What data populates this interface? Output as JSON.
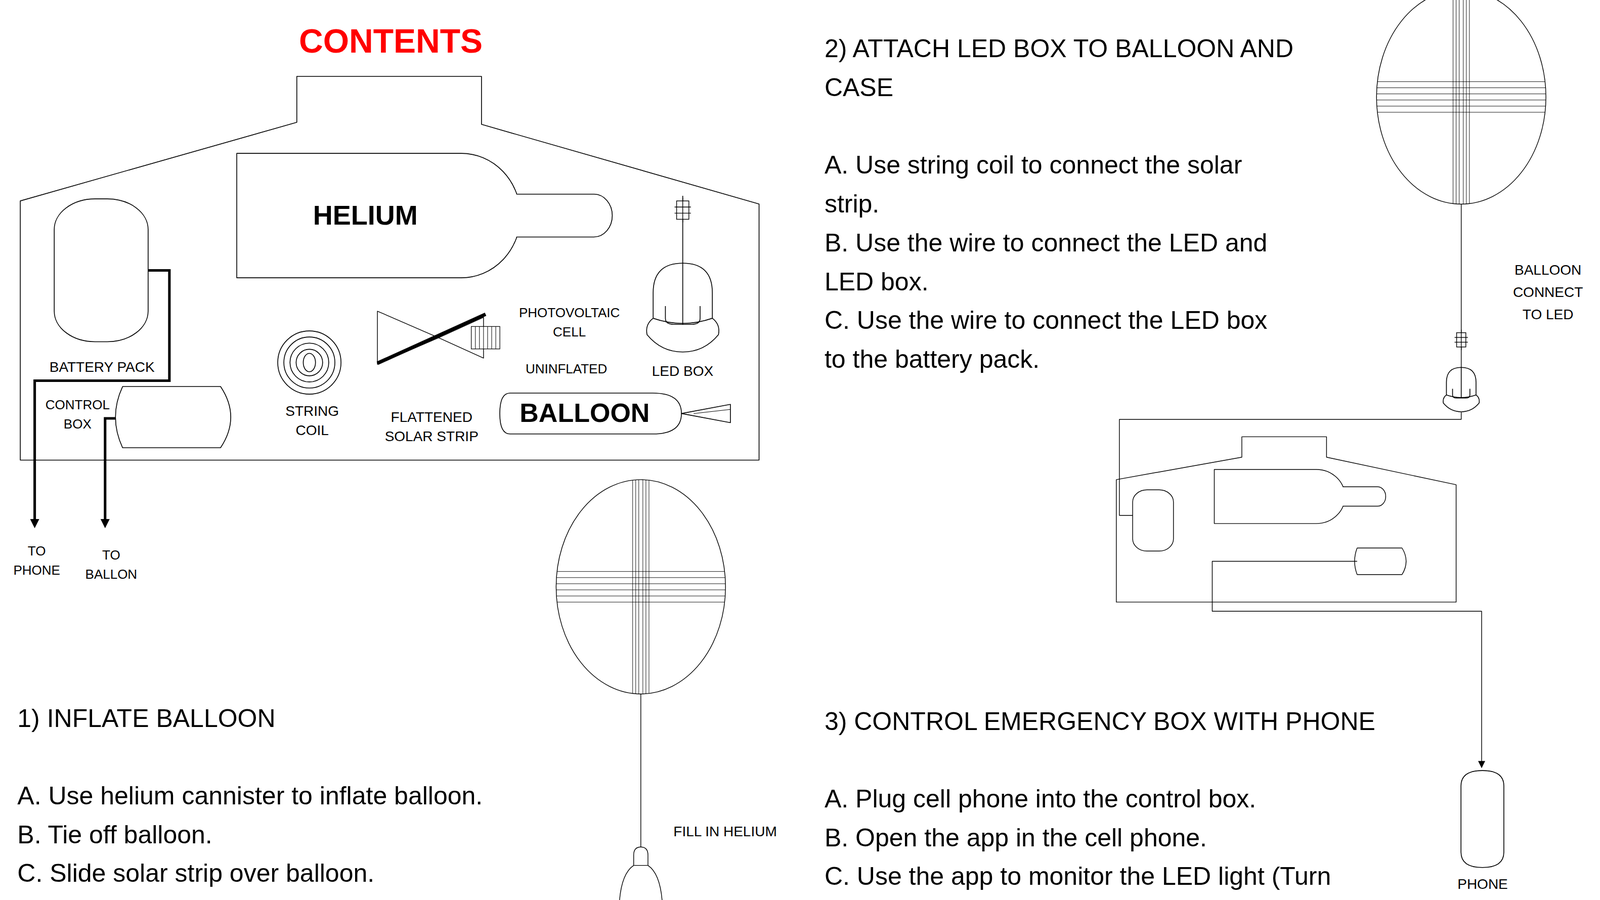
{
  "diagram": {
    "nodes": [
      {
        "text": [
          "CONTENTS"
        ]
      },
      {
        "text": [
          "HELIUM"
        ],
        "in": 0
      },
      {
        "text": [
          "BATTERY PACK"
        ],
        "in": 0
      },
      {
        "text": [
          "CONTROL BOX"
        ],
        "in": 0
      },
      {
        "text": [
          "STRING COIL"
        ],
        "in": 0
      },
      {
        "text": [
          "FLATTENED SOLAR STRIP"
        ],
        "in": 0
      },
      {
        "text": [
          "LED BOX"
        ],
        "in": 0
      },
      {
        "text": [
          "BALLOON"
        ],
        "in": 0
      },
      {
        "text": [
          "PHONE"
        ]
      }
    ],
    "labels": [
      "TO PHONE",
      "TO BALLON",
      "PHOTOVOLTAIC CELL",
      "UNINFLATED",
      "2) ATTACH LED BOX TO BALLOON AND CASE",
      "A. Use string coil to connect the solar strip.",
      "B. Use the wire to connect the LED and LED box.",
      "C. Use the wire to connect the LED box to the battery pack.",
      "BALLOON CONNECT TO LED",
      "FILL IN HELIUM",
      "1) INFLATE BALLOON",
      "A. Use helium cannister to inflate balloon.",
      "B. Tie off balloon.",
      "C. Slide solar strip over balloon.",
      "3) CONTROL EMERGENCY BOX WITH PHONE",
      "A. Plug cell phone into the control box.",
      "B. Open the app in the cell phone.",
      "C. Use the app to monitor the LED light (Turn"
    ]
  }
}
